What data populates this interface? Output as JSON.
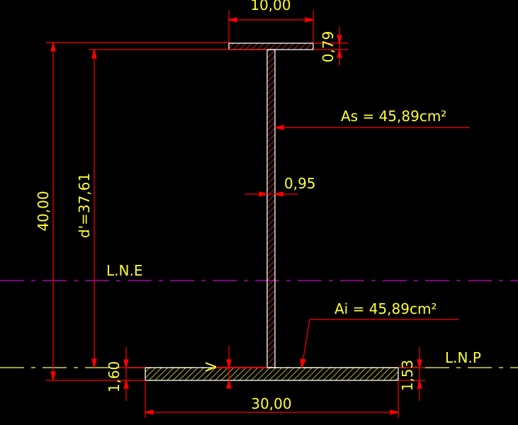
{
  "dimensions": {
    "top_flange_width": "10,00",
    "top_flange_thickness": "0,79",
    "total_height": "40,00",
    "d_prime": "d'=37,61",
    "web_thickness": "0,95",
    "bottom_flange_width": "30,00",
    "bottom_flange_thickness_left": "1,60",
    "bottom_flange_thickness_right": "1,53"
  },
  "labels": {
    "as_area": "As  =  45,89cm²",
    "ai_area": "Ai  =  45,89cm²",
    "lne": "L.N.E",
    "lnp": "L.N.P",
    "v_mark": "V"
  },
  "colors": {
    "background": "#000000",
    "text": "#ffff33",
    "dimension_lines": "#ff0000",
    "section_outline": "#ffffff",
    "hatch": "#ff3333",
    "hatch_bottom": "#ffff33",
    "neutral_axis_elastic": "#cc00cc",
    "neutral_axis_plastic": "#ffff66"
  }
}
